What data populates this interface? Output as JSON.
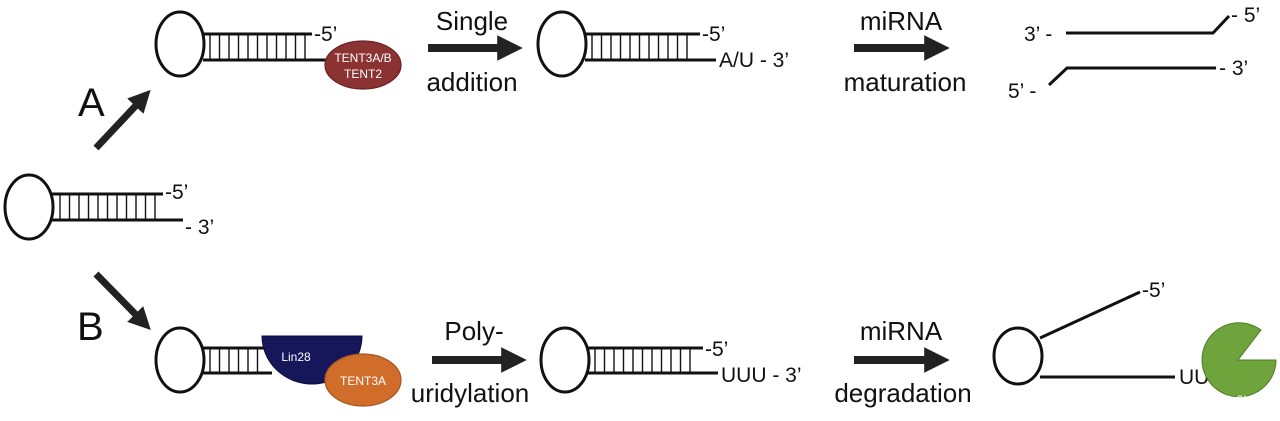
{
  "pathways": {
    "a": {
      "label": "A",
      "enzyme": {
        "line1": "TENT3A/B",
        "line2": "TENT2",
        "color": "#8b3232"
      },
      "step1": {
        "line1": "Single",
        "line2": "addition"
      },
      "product_end": "A/U - 3’",
      "step2": {
        "line1": "miRNA",
        "line2": "maturation"
      },
      "duplex_top_left": "3’ -",
      "duplex_top_right": "- 5’",
      "duplex_bottom_left": "5’ -",
      "duplex_bottom_right": "- 3’"
    },
    "b": {
      "label": "B",
      "lin28": {
        "label": "Lin28",
        "color": "#15175a"
      },
      "tent": {
        "label": "TENT3A",
        "color": "#d06d2a"
      },
      "step1": {
        "line1": "Poly-",
        "line2": "uridylation"
      },
      "product_end": "UUU - 3’",
      "step2": {
        "line1": "miRNA",
        "line2": "degradation"
      },
      "degraded_top_end": "-5’",
      "degraded_tail": "UUU",
      "dis3l2": {
        "label": "Dis3L2",
        "color": "#6fa33b"
      }
    }
  },
  "start": {
    "end5": "-5’",
    "end3": "- 3’"
  },
  "hairpin_a1": {
    "end5": "-5’"
  },
  "hairpin_a2": {
    "end5": "-5’"
  },
  "hairpin_b2": {
    "end5": "-5’"
  }
}
